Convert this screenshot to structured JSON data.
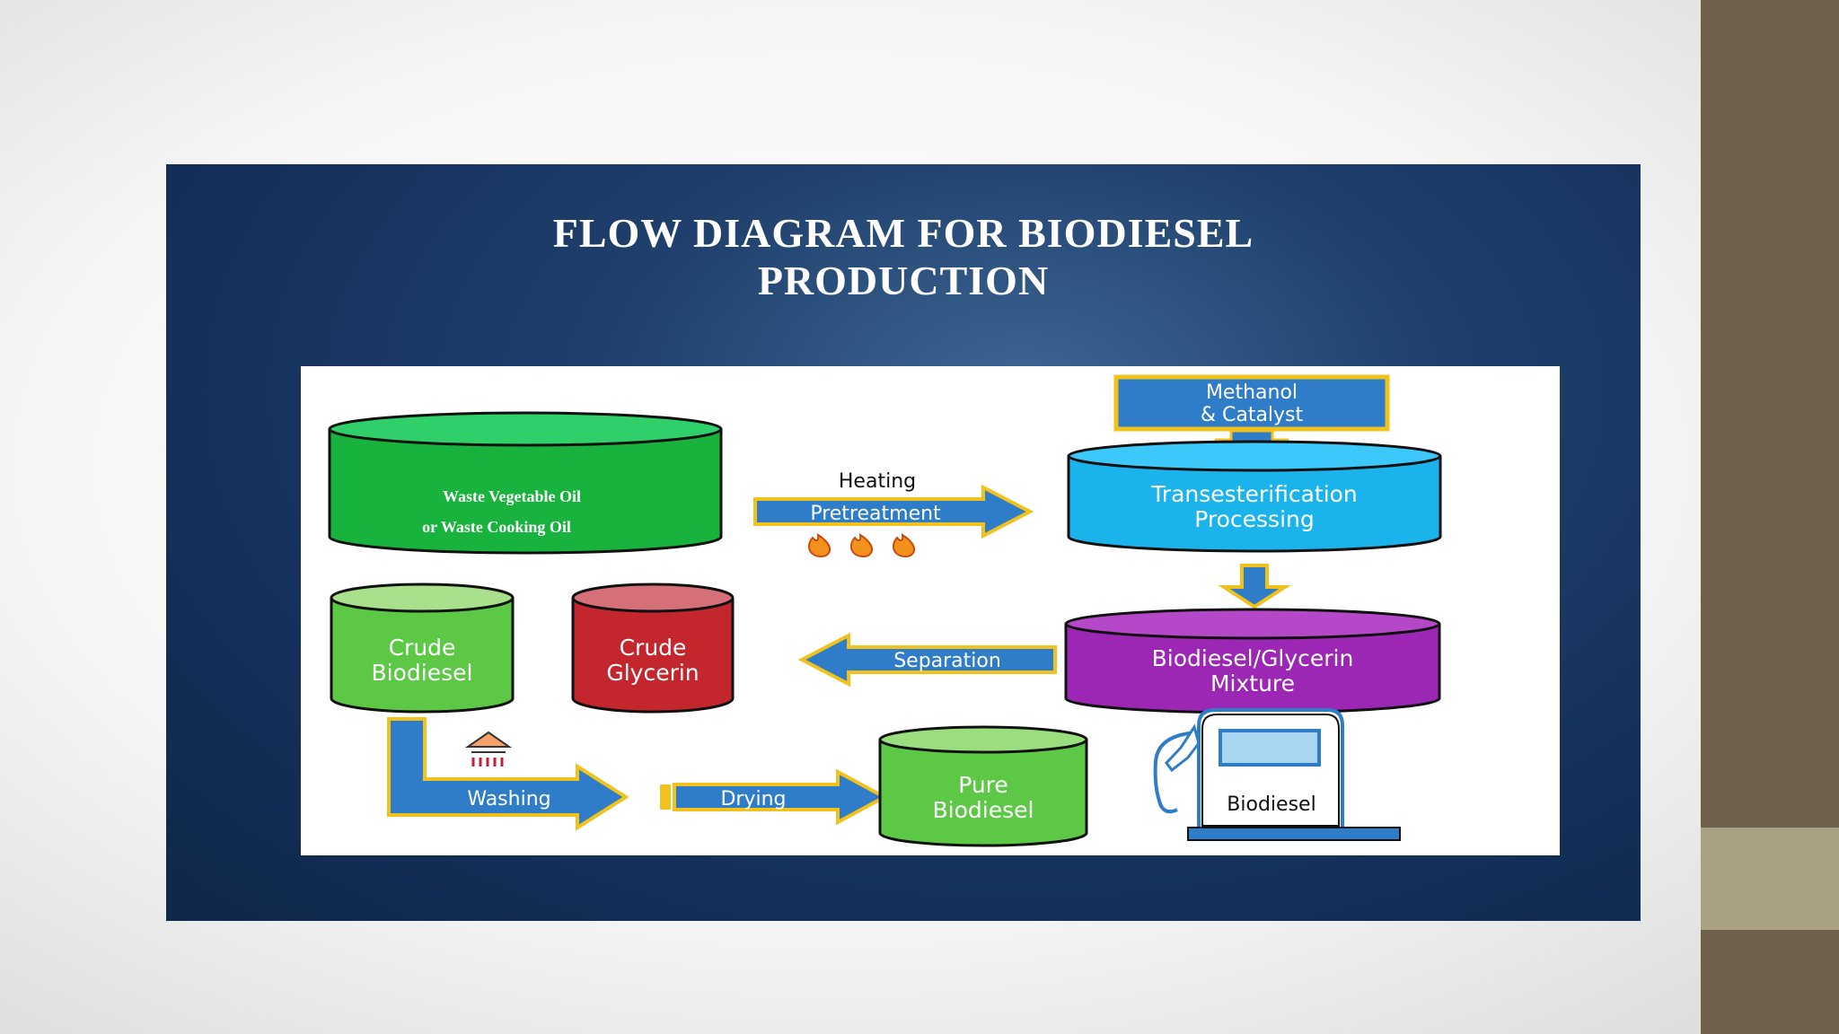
{
  "title": {
    "line1": "FLOW DIAGRAM FOR BIODIESEL",
    "line2": "PRODUCTION"
  },
  "nodes": {
    "waste_oil": {
      "line1": "Waste Vegetable Oil",
      "line2": "or Waste Cooking Oil"
    },
    "methanol": {
      "line1": "Methanol",
      "line2": "& Catalyst"
    },
    "transesterification": {
      "line1": "Transesterification",
      "line2": "Processing"
    },
    "mixture": {
      "line1": "Biodiesel/Glycerin",
      "line2": "Mixture"
    },
    "crude_biodiesel": {
      "line1": "Crude",
      "line2": "Biodiesel"
    },
    "crude_glycerin": {
      "line1": "Crude",
      "line2": "Glycerin"
    },
    "pure_biodiesel": {
      "line1": "Pure",
      "line2": "Biodiesel"
    },
    "pump": "Biodiesel"
  },
  "steps": {
    "heating": "Heating",
    "pretreatment": "Pretreatment",
    "separation": "Separation",
    "washing": "Washing",
    "drying": "Drying"
  },
  "colors": {
    "waste_oil": "#17b33c",
    "transesterification": "#1ab3ec",
    "mixture": "#9c27b4",
    "crude_biodiesel": "#5dc845",
    "crude_glycerin": "#c4262e",
    "pure_biodiesel": "#5dc845",
    "arrow": "#2f7cc8",
    "arrow_border": "#f1c21c"
  }
}
